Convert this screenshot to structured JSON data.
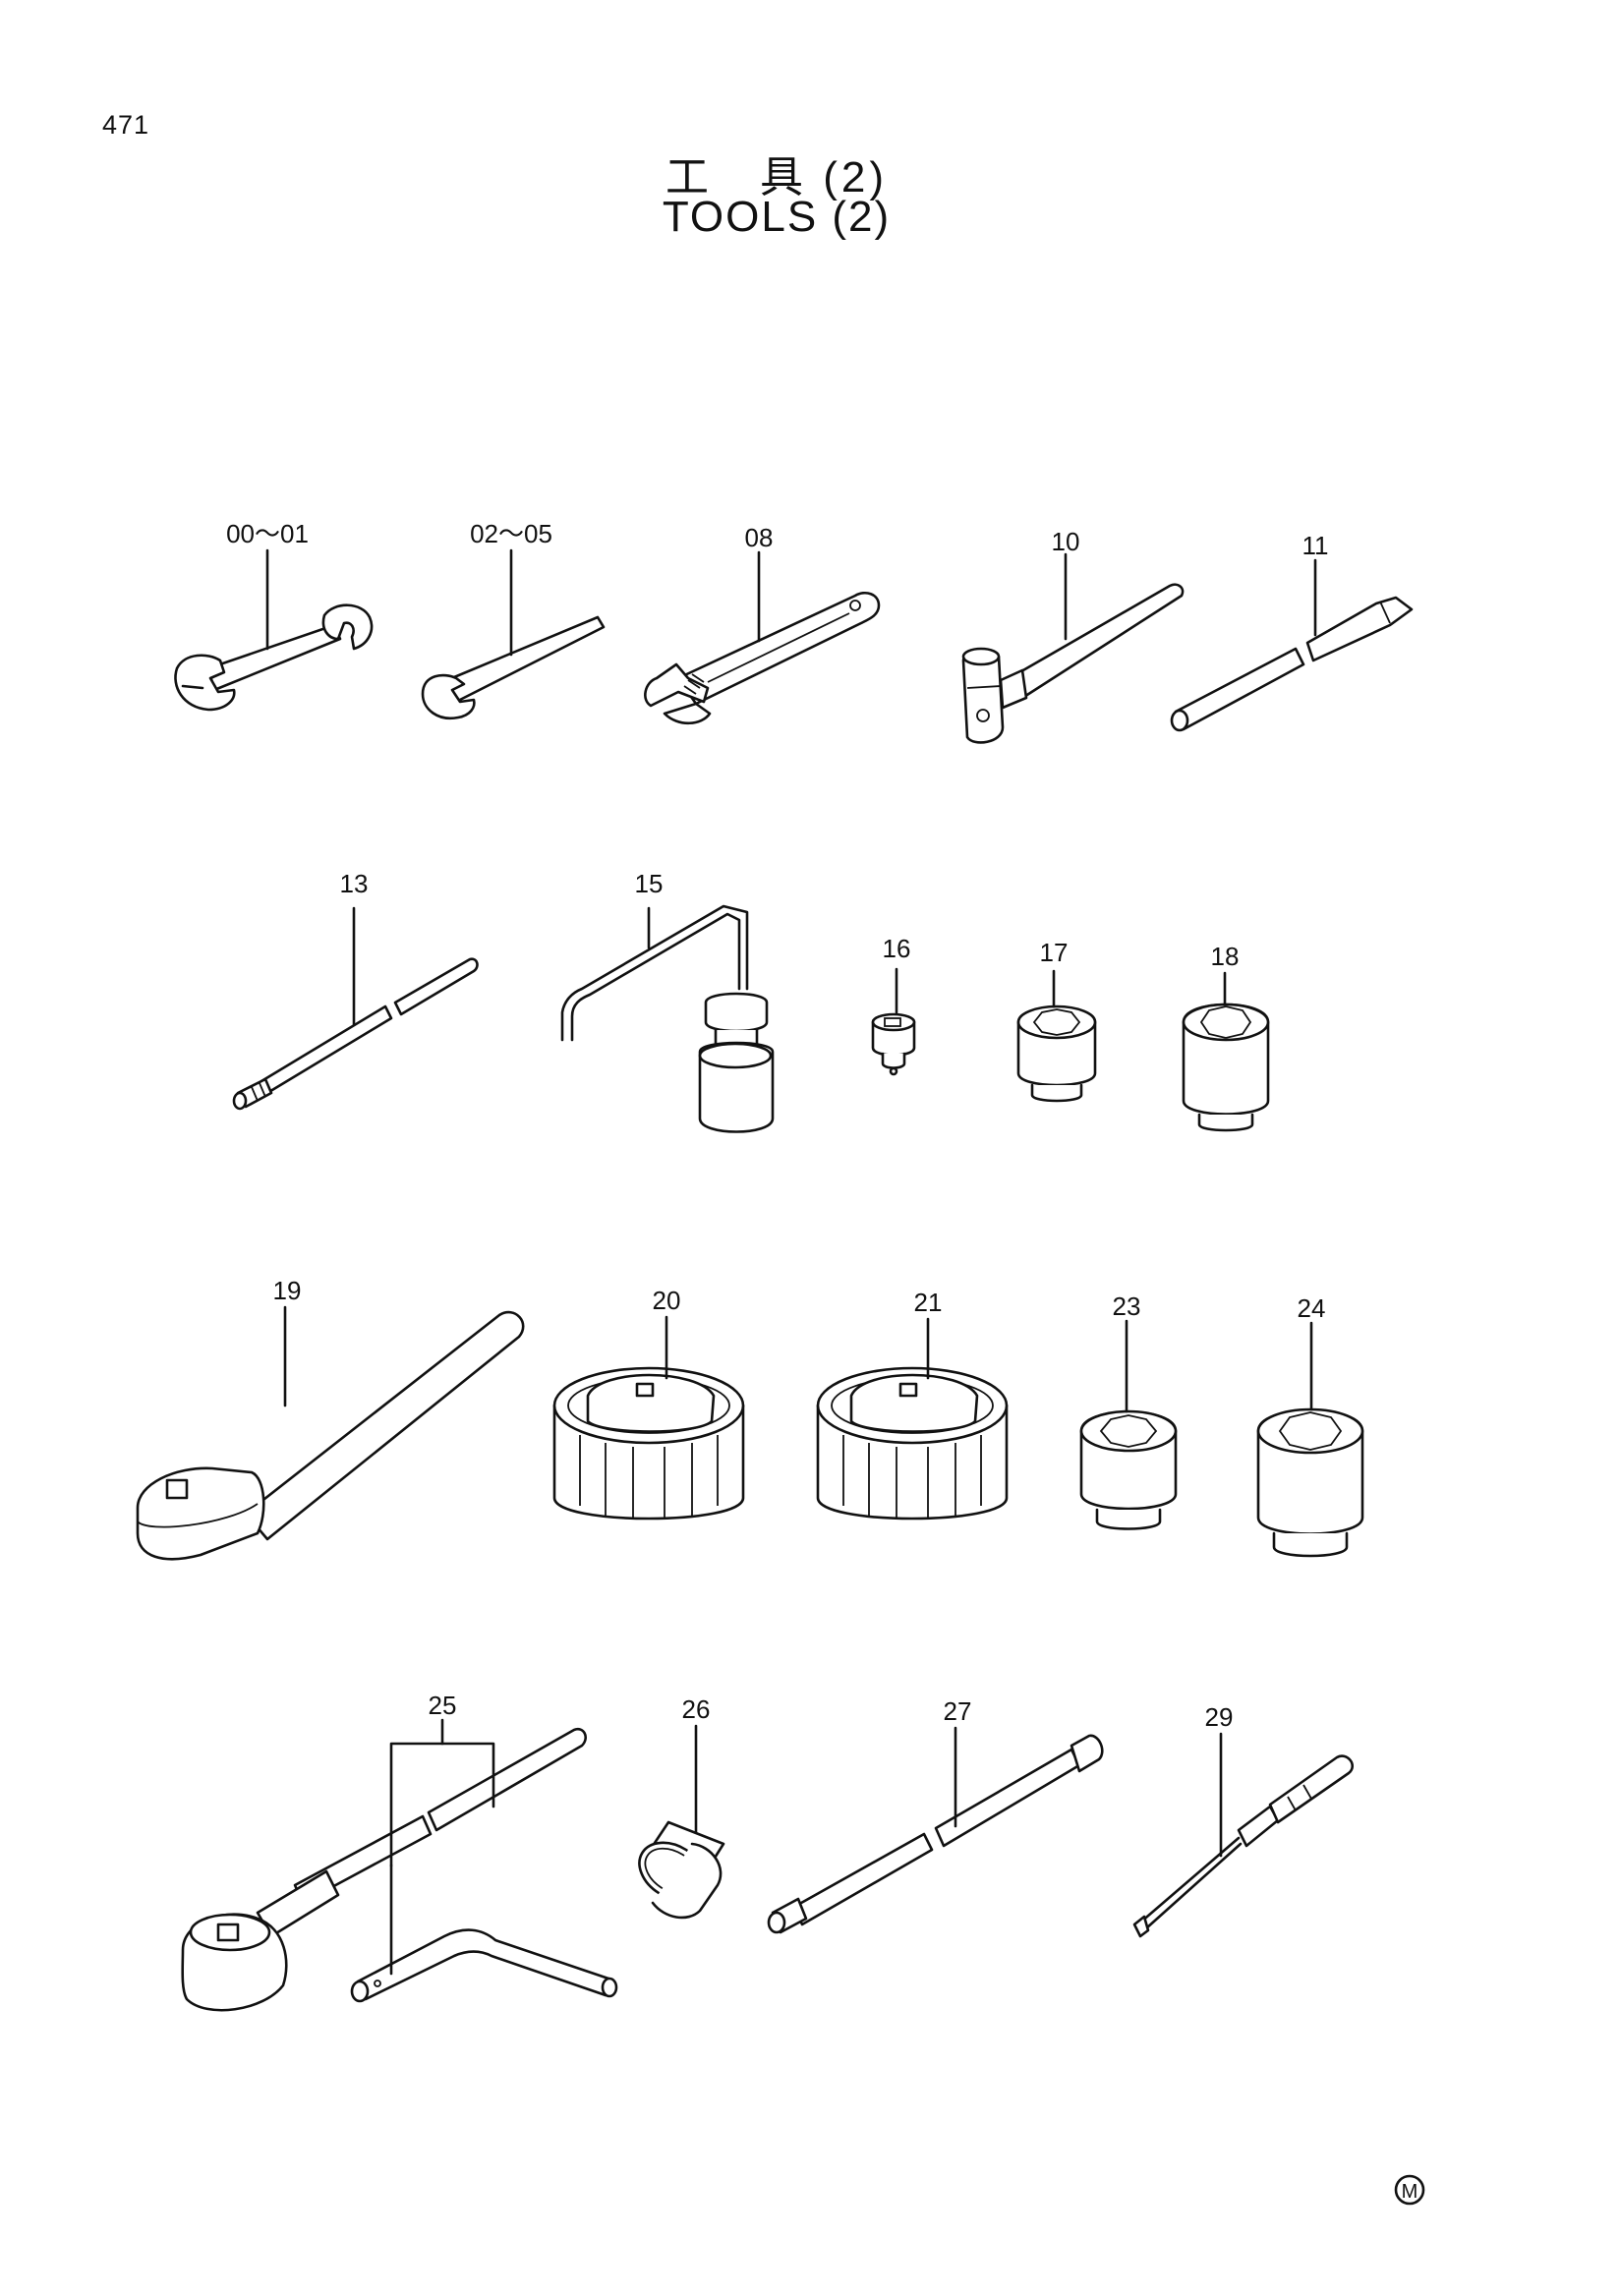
{
  "page_number": "471",
  "title_jp": "工　具 (2)",
  "title_en": "TOOLS (2)",
  "callouts": {
    "p00_01": "00～01",
    "p02_05": "02～05",
    "p08": "08",
    "p10": "10",
    "p11": "11",
    "p13": "13",
    "p15": "15",
    "p16": "16",
    "p17": "17",
    "p18": "18",
    "p19": "19",
    "p20": "20",
    "p21": "21",
    "p23": "23",
    "p24": "24",
    "p25": "25",
    "p26": "26",
    "p27": "27",
    "p29": "29"
  },
  "mark": "M"
}
